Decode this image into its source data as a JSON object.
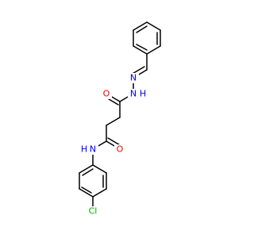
{
  "molecule": {
    "atom_labels": {
      "n_imine": "N",
      "n_hydrazide": "N",
      "h_hydrazide": "H",
      "o_hydrazide": "O",
      "o_amide": "O",
      "n_amide": "N",
      "h_amide": "H",
      "cl": "Cl"
    },
    "colors": {
      "bond": "#000000",
      "nitrogen": "#0000ff",
      "oxygen": "#ff0000",
      "chlorine": "#00aa00"
    }
  }
}
